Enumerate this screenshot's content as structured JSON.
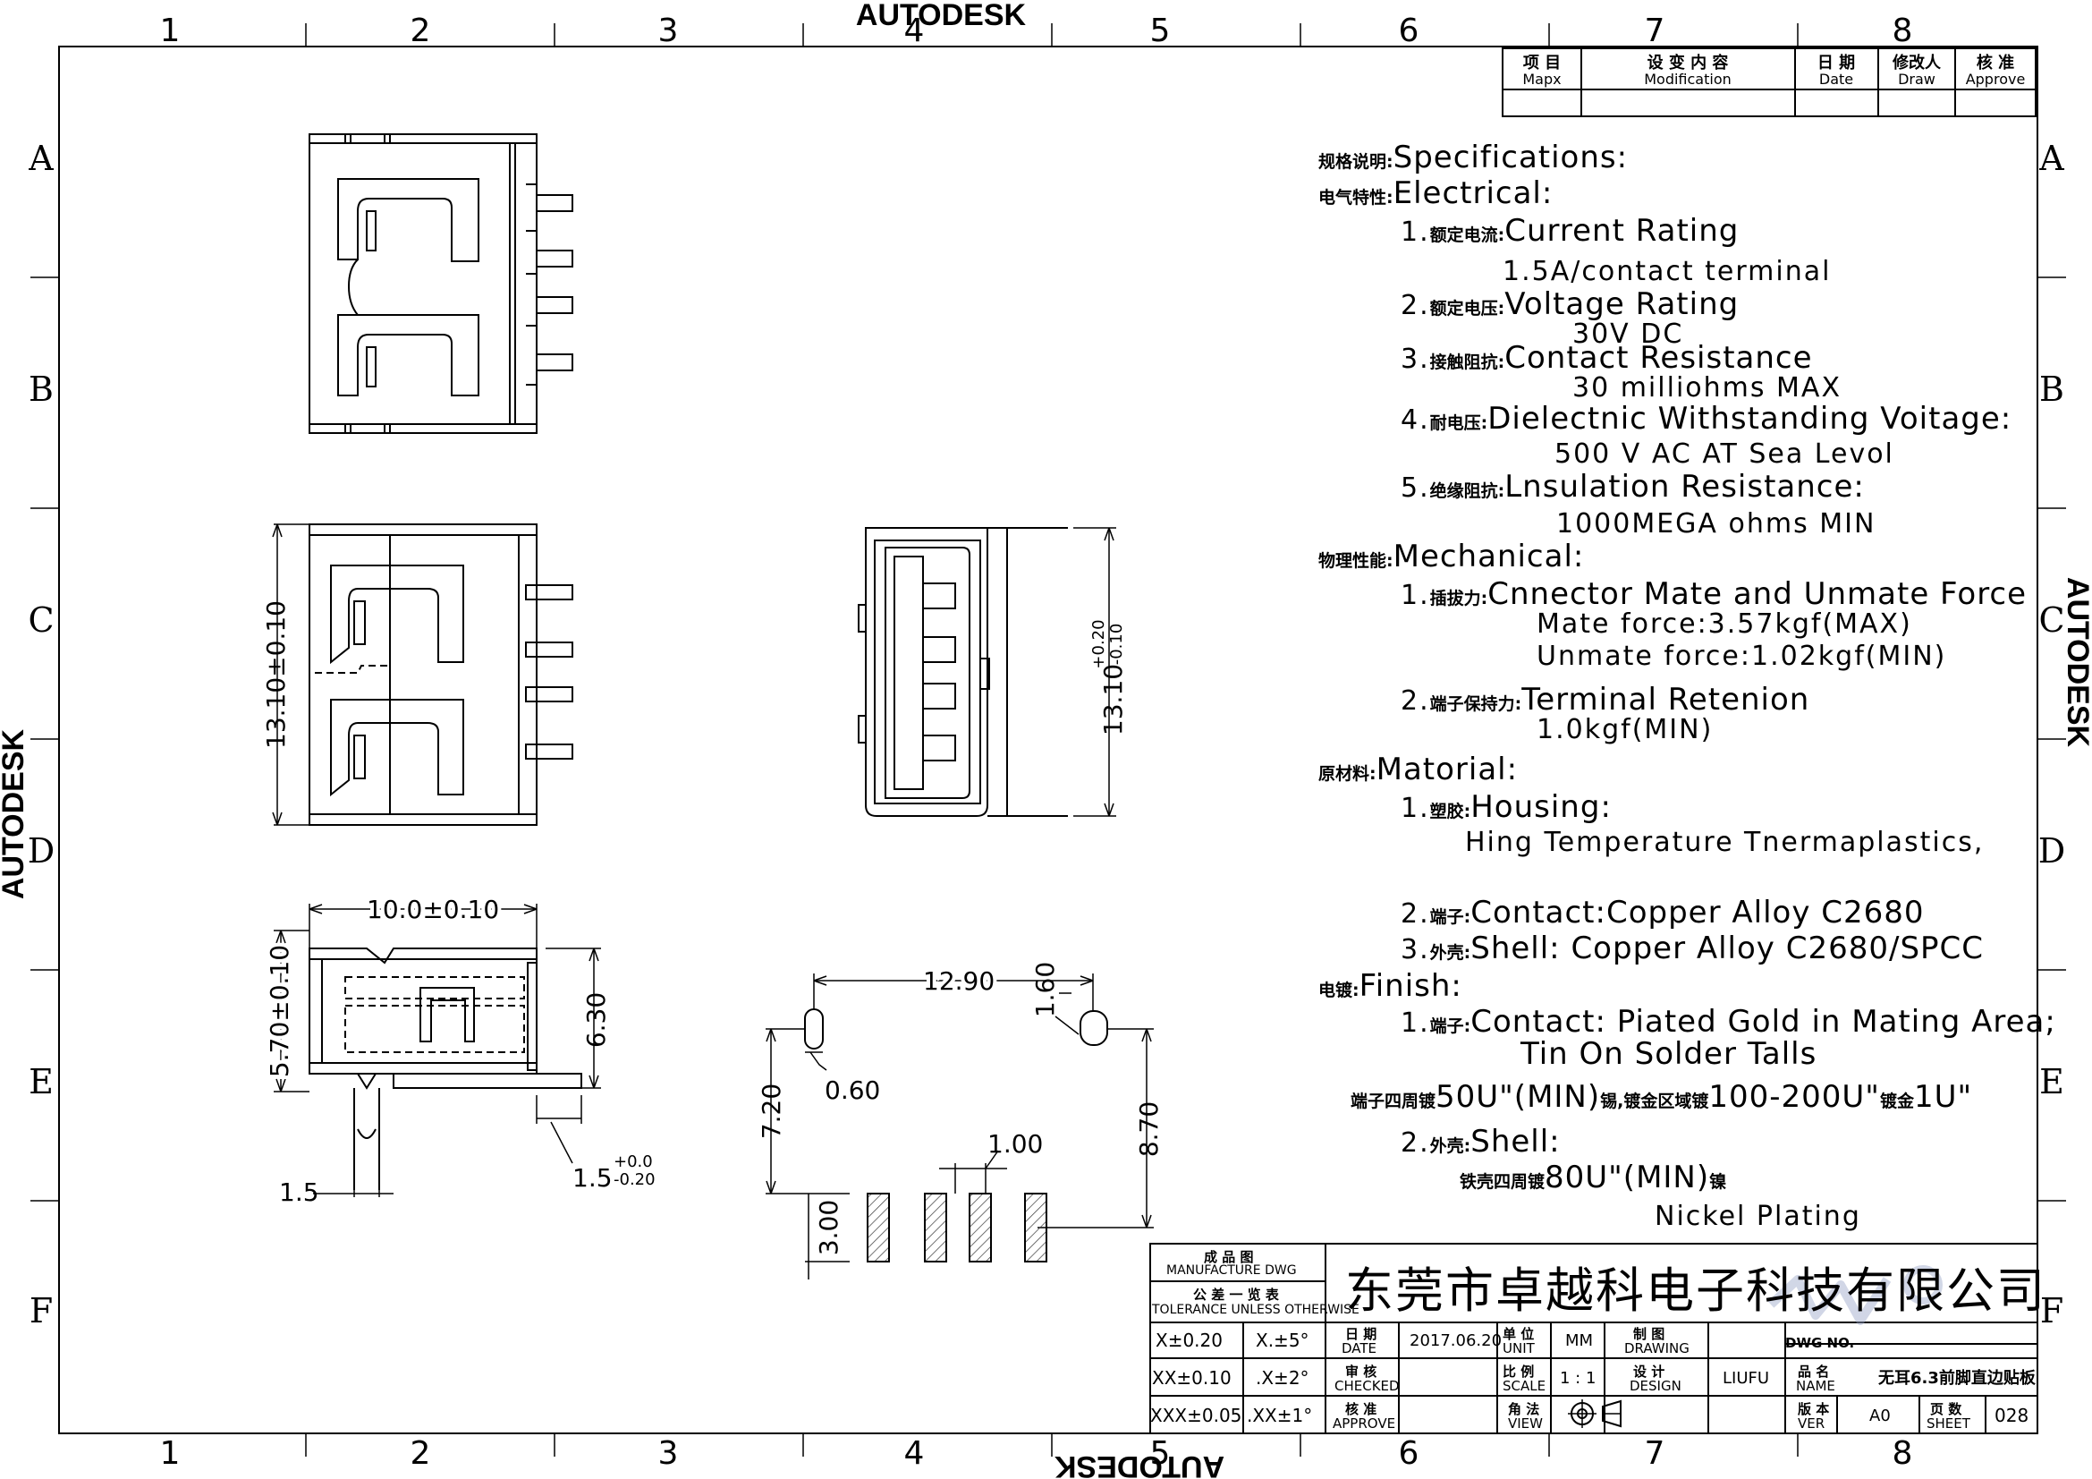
{
  "frame": {
    "col_numbers": [
      "1",
      "2",
      "3",
      "4",
      "5",
      "6",
      "7",
      "8"
    ],
    "row_letters": [
      "A",
      "B",
      "C",
      "D",
      "E",
      "F"
    ],
    "watermark": "AUTODESK"
  },
  "revision_table": {
    "headers": [
      {
        "cn": "项 目",
        "en": "Mapx"
      },
      {
        "cn": "设 变 内 容",
        "en": "Modification"
      },
      {
        "cn": "日 期",
        "en": "Date"
      },
      {
        "cn": "修改人",
        "en": "Draw"
      },
      {
        "cn": "核 准",
        "en": "Approve"
      }
    ]
  },
  "specifications": {
    "title_cn": "规格说明:",
    "title_en": "Specifications:",
    "electrical_cn": "电气特性:",
    "electrical_en": "Electrical:",
    "e1_num": "1.",
    "e1_cn": "额定电流:",
    "e1_en": "Current  Rating",
    "e1_val": "1.5A/contact  terminal",
    "e2_num": "2.",
    "e2_cn": "额定电压:",
    "e2_en": "Voltage  Rating",
    "e2_val": "30V  DC",
    "e3_num": "3.",
    "e3_cn": "接触阻抗:",
    "e3_en": "Contact  Resistance",
    "e3_val": "30  milliohms  MAX",
    "e4_num": "4.",
    "e4_cn": "耐电压:",
    "e4_en": "Dielectnic  Withstanding  Voitage:",
    "e4_val": "500  V  AC  AT  Sea  Levol",
    "e5_num": "5.",
    "e5_cn": "绝缘阻抗:",
    "e5_en": "Lnsulation  Resistance:",
    "e5_val": "1000MEGA  ohms  MIN",
    "mechanical_cn": "物理性能:",
    "mechanical_en": "Mechanical:",
    "m1_num": "1.",
    "m1_cn": "插拔力:",
    "m1_en": "Cnnector  Mate  and  Unmate  Force",
    "m1_val1": "Mate  force:3.57kgf(MAX)",
    "m1_val2": "Unmate  force:1.02kgf(MIN)",
    "m2_num": "2.",
    "m2_cn": "端子保持力:",
    "m2_en": "Terminal  Retenion",
    "m2_val": "1.0kgf(MIN)",
    "material_cn": "原材料:",
    "material_en": "Matorial:",
    "mt1_num": "1.",
    "mt1_cn": "塑胶:",
    "mt1_en": "Housing:",
    "mt1_val": "Hing  Temperature    Tnermaplastics,",
    "mt2_num": "2.",
    "mt2_cn": "端子:",
    "mt2_en": "Contact:Copper  Alloy  C2680",
    "mt3_num": "3.",
    "mt3_cn": "外壳:",
    "mt3_en": "Shell:  Copper  Alloy  C2680/SPCC",
    "finish_cn": "电镀:",
    "finish_en": "Finish:",
    "f1_num": "1.",
    "f1_cn": "端子:",
    "f1_en": "Contact:  Piated  Gold  in  Mating  Area;",
    "f1_val": "Tin  On  Solder  Talls",
    "f1_detail_cn1": "端子四周镀",
    "f1_detail_1": "50U\"(MIN)",
    "f1_detail_cn2": "锡,镀金区域镀",
    "f1_detail_2": "100-200U\"",
    "f1_detail_cn3": "镀金",
    "f1_detail_3": "1U\"",
    "f2_num": "2.",
    "f2_cn": "外壳:",
    "f2_en": "Shell:",
    "f2_detail_cn1": "铁壳四周镀",
    "f2_detail_1": "80U\"(MIN)",
    "f2_detail_cn2": "镍",
    "nickel": "Nickel  Plating"
  },
  "dimensions": {
    "side_height": "13.10±0.10",
    "front_height_nom": "13.10",
    "front_tol_up": "+0.20",
    "front_tol_dn": "-0.10",
    "bottom_width": "10.0±0.10",
    "bottom_height": "5.70±0.10",
    "bottom_height2": "6.30",
    "bottom_pin": "1.5",
    "bottom_pin2_nom": "1.5",
    "bottom_pin2_up": "+0.0",
    "bottom_pin2_dn": "-0.20",
    "pcb_width": "12.90",
    "pcb_slot": "1.60",
    "pcb_hole": "0.60",
    "pcb_h1": "7.20",
    "pcb_h2": "8.70",
    "pcb_pitch": "1.00",
    "pcb_pad": "3.00"
  },
  "title_block": {
    "mfg_cn": "成 品 图",
    "mfg_en": "MANUFACTURE DWG",
    "tol_cn": "公 差 一 览 表",
    "tol_en": "TOLERANCE UNLESS OTHERWISE",
    "company": "东莞市卓越科电子科技有限公司",
    "tol_rows": [
      [
        "X±0.20",
        "X.±5°"
      ],
      [
        "XX±0.10",
        ".X±2°"
      ],
      [
        "XXX±0.05",
        ".XX±1°"
      ]
    ],
    "date_cn": "日 期",
    "date_en": "DATE",
    "date_val": "2017.06.20",
    "unit_cn": "单 位",
    "unit_en": "UNIT",
    "unit_val": "MM",
    "drawing_cn": "制 图",
    "drawing_en": "DRAWING",
    "dwgno_label": "DWG NO.",
    "checked_cn": "审 核",
    "checked_en": "CHECKED",
    "scale_cn": "比 例",
    "scale_en": "SCALE",
    "scale_val": "1 : 1",
    "design_cn": "设 计",
    "design_en": "DESIGN",
    "design_val": "LIUFU",
    "name_cn": "品 名",
    "name_en": "NAME",
    "name_val": "无耳6.3前脚直边贴板",
    "approve_cn": "核 准",
    "approve_en": "APPROVE",
    "view_cn": "角 法",
    "view_en": "VIEW",
    "ver_cn": "版 本",
    "ver_en": "VER",
    "ver_val": "A0",
    "sheet_cn": "页 数",
    "sheet_en": "SHEET",
    "sheet_val": "028"
  },
  "colors": {
    "line": "#000000",
    "hatch": "#444444",
    "logo": "#9aa6c8"
  }
}
